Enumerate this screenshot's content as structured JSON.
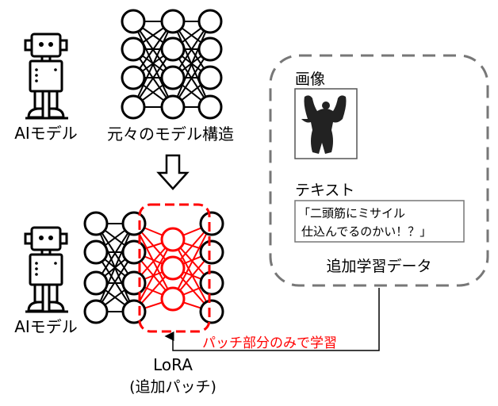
{
  "labels": {
    "ai_model_top": "AIモデル",
    "ai_model_bottom": "AIモデル",
    "original_structure": "元々のモデル構造",
    "image_label": "画像",
    "text_label": "テキスト",
    "text_line1": "「二頭筋にミサイル",
    "text_line2": "仕込んでるのかい！？」",
    "additional_data": "追加学習データ",
    "train_patch_only": "パッチ部分のみで学習",
    "lora": "LoRA",
    "lora_sub": "(追加パッチ)"
  },
  "colors": {
    "accent": "#ff0000",
    "ink": "#000000",
    "dashed_box": "#777777"
  }
}
